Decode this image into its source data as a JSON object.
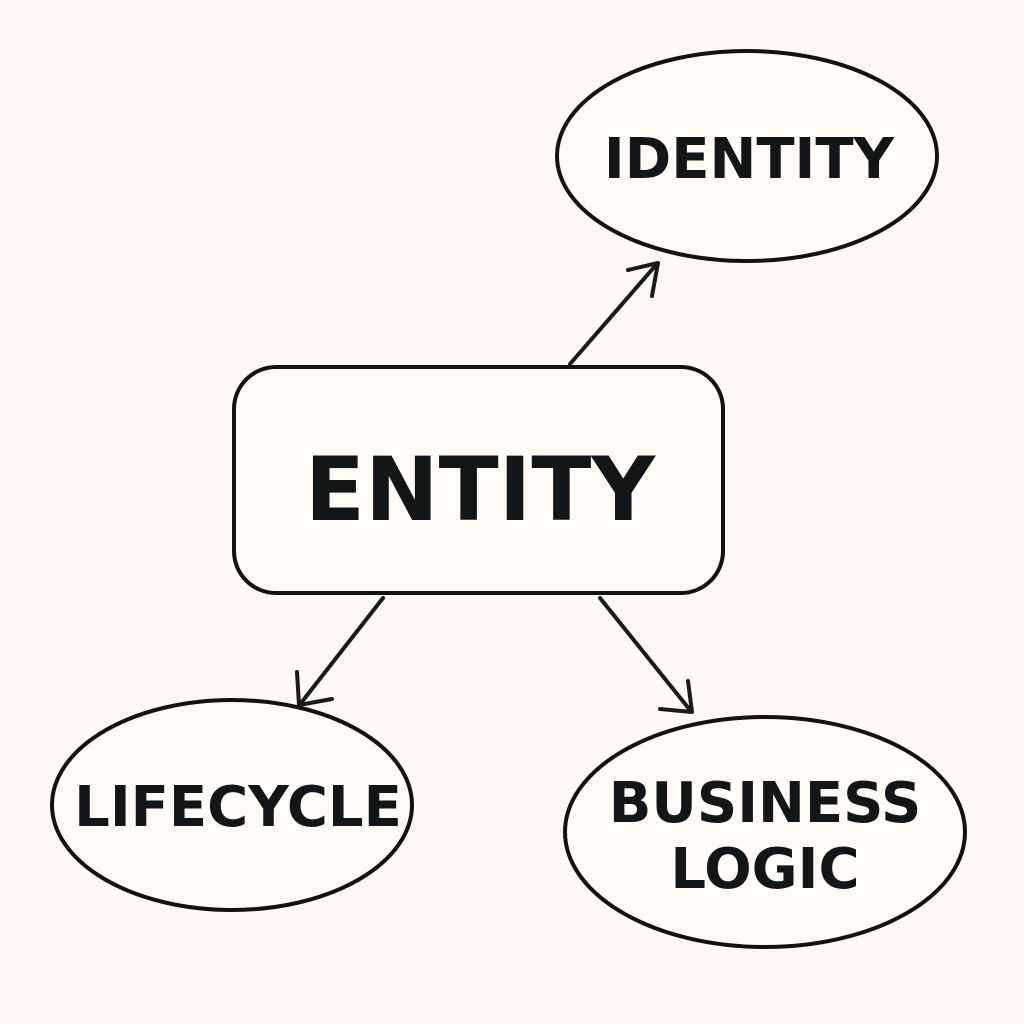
{
  "diagram": {
    "nodes": {
      "entity": "ENTITY",
      "identity": "IDENTITY",
      "lifecycle": "LIFECYCLE",
      "business_line1": "BUSINESS",
      "business_line2": "LOGIC"
    },
    "edges": [
      {
        "from": "ENTITY",
        "to": "IDENTITY"
      },
      {
        "from": "ENTITY",
        "to": "LIFECYCLE"
      },
      {
        "from": "ENTITY",
        "to": "BUSINESS LOGIC"
      }
    ],
    "colors": {
      "background": "#fcf8f3",
      "stroke": "#121212",
      "text": "#121617"
    }
  }
}
